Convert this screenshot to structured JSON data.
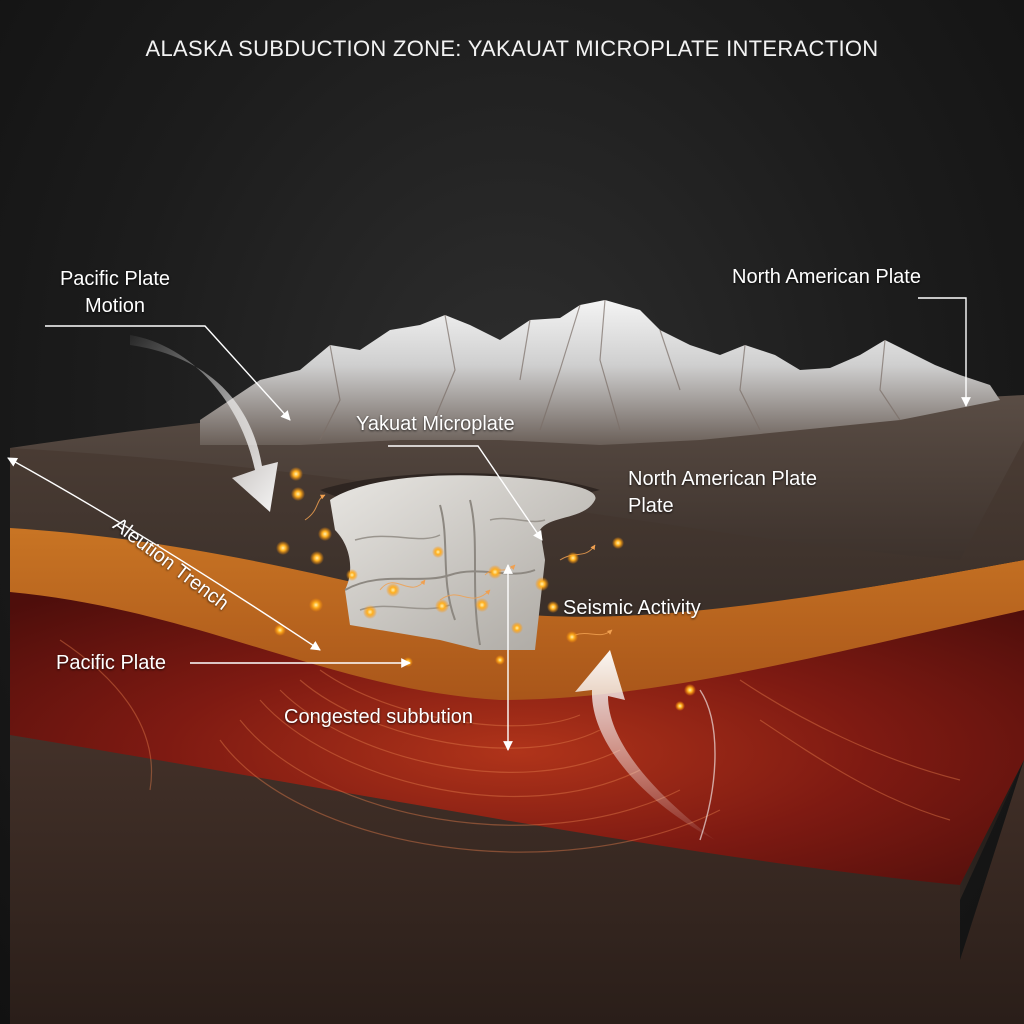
{
  "title": "ALASKA SUBDUCTION ZONE: YAKAUAT MICROPLATE INTERACTION",
  "labels": {
    "pacific_plate_motion_line1": "Pacific Plate",
    "pacific_plate_motion_line2": "Motion",
    "north_american_plate_top": "North American Plate",
    "yakuat_microplate": "Yakuat Microplate",
    "north_american_plate_mid_line1": "North American Plate",
    "north_american_plate_mid_line2": "Plate",
    "aleution_trench": "Aleution Trench",
    "seismic_activity": "Seismic Activity",
    "pacific_plate": "Pacific Plate",
    "congested_subbution": "Congested subbution"
  },
  "colors": {
    "background": "#1c1c1c",
    "crust_top": "#4a3d36",
    "orange_layer": "#c2691f",
    "mantle": "#7a1410",
    "rock_base": "#3a2c25",
    "snow": "#f2f2f2",
    "label_text": "#ffffff",
    "seismic_dot": "#ffb020"
  },
  "icons": {
    "plate_motion_arrow": "curved-arrow",
    "upwelling_arrow": "curved-arrow-up",
    "seismic_points": "glow-dot"
  }
}
